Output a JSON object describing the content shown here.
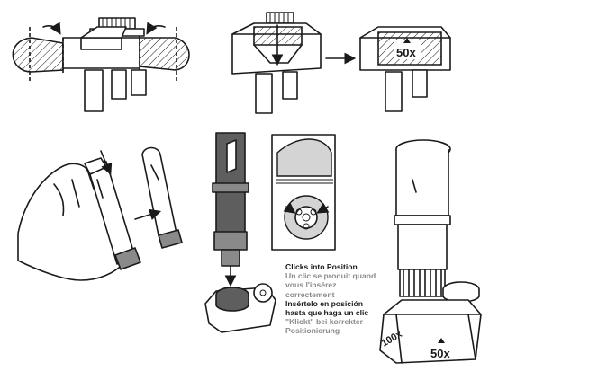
{
  "panels": {
    "step2_mag_label": "50x",
    "step6_top_label": "50x",
    "step6_side_label": "100x"
  },
  "caption": {
    "en": "Clicks into Position",
    "fr_line1": "Un clic se produit quand",
    "fr_line2": "vous l'insérez",
    "fr_line3": "correctement",
    "es_line1": "Insértelo en posición",
    "es_line2": "hasta que haga un clic",
    "de_line1": "\"Klickt\" bei korrekter",
    "de_line2": "Positionierung"
  }
}
